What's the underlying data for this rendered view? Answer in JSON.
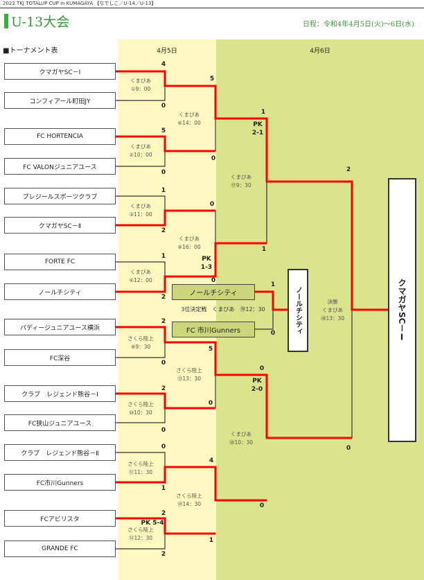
{
  "header": {
    "top": "2022 TKJ TOTALUP CUP in KUMAGAYA 【なでしこ／U-14／U-13】",
    "title": "U-13大会",
    "schedule": "日程：令和4年4月5日(火)～6日(水)",
    "section": "■トーナメント表",
    "accent": "#3cae3c"
  },
  "dates": [
    "4月5日",
    "4月6日"
  ],
  "teams": [
    "クマガヤSC－Ⅰ",
    "コンフィアール町田JY",
    "FC HORTENCIA",
    "FC VALONジュニアユース",
    "プレジールスポーツクラブ",
    "クマガヤSC－Ⅱ",
    "FORTE FC",
    "ノールチシティ",
    "バディージュニアユース横浜",
    "FC深谷",
    "クラブ　レジェンド熊谷－Ⅰ",
    "FC狭山ジュニアユース",
    "クラブ　レジェンド熊谷－Ⅱ",
    "FC市川Gunners",
    "FCアビリスタ",
    "GRANDE FC"
  ],
  "matches": {
    "m1": {
      "l1": "くまびあ",
      "l2": "①9：00",
      "a": "4",
      "b": "0"
    },
    "m2": {
      "l1": "くまびあ",
      "l2": "②10：00",
      "a": "5",
      "b": "0"
    },
    "m3": {
      "l1": "くまびあ",
      "l2": "③11：00",
      "a": "1",
      "b": "2"
    },
    "m4": {
      "l1": "くまびあ",
      "l2": "④12：00",
      "a": "1",
      "b": "2"
    },
    "m6": {
      "l1": "くまびあ",
      "l2": "⑥14：00",
      "a": "5",
      "b": "0"
    },
    "m8": {
      "l1": "くまびあ",
      "l2": "⑧16：00",
      "a": "0",
      "b": "0",
      "pk": "PK\n1-3"
    },
    "m9": {
      "l1": "さくら陸上",
      "l2": "⑨9：30",
      "a": "2",
      "b": "0"
    },
    "m10": {
      "l1": "さくら陸上",
      "l2": "⑩10：30",
      "a": "2",
      "b": "0"
    },
    "m11": {
      "l1": "さくら陸上",
      "l2": "⑪11：30",
      "a": "0",
      "b": "1"
    },
    "m12": {
      "l1": "さくら陸上",
      "l2": "⑫12：30",
      "a": "2",
      "b": "2",
      "pk": "PK 5-4"
    },
    "m13": {
      "l1": "さくら陸上",
      "l2": "⑬13：30",
      "a": "5",
      "b": "0"
    },
    "m14": {
      "l1": "さくら陸上",
      "l2": "⑭14：30",
      "a": "4",
      "b": "1"
    },
    "m17": {
      "l1": "くまびあ",
      "l2": "⑰9：30",
      "a": "1",
      "b": "1",
      "pk": "PK\n2-1"
    },
    "m18": {
      "l1": "くまびあ",
      "l2": "⑱10：30",
      "a": "0",
      "b": "0",
      "pk": "PK\n2-0"
    },
    "third": {
      "label": "3位決定戦　くまびあ　⑲12：30",
      "team_a": "ノールチシティ",
      "team_b": "FC 市川Gunners",
      "a": "1",
      "b": "0",
      "winner": "ノールチシティ"
    },
    "final": {
      "l0": "決勝",
      "l1": "くまびあ",
      "l2": "⑳13：30",
      "a": "2",
      "b": "0",
      "champion": "クマガヤSC－Ⅰ"
    }
  },
  "colors": {
    "winner_path": "#ff0000",
    "line": "#333333",
    "day1": "#fdf8c0",
    "day2": "#d9e58c"
  }
}
